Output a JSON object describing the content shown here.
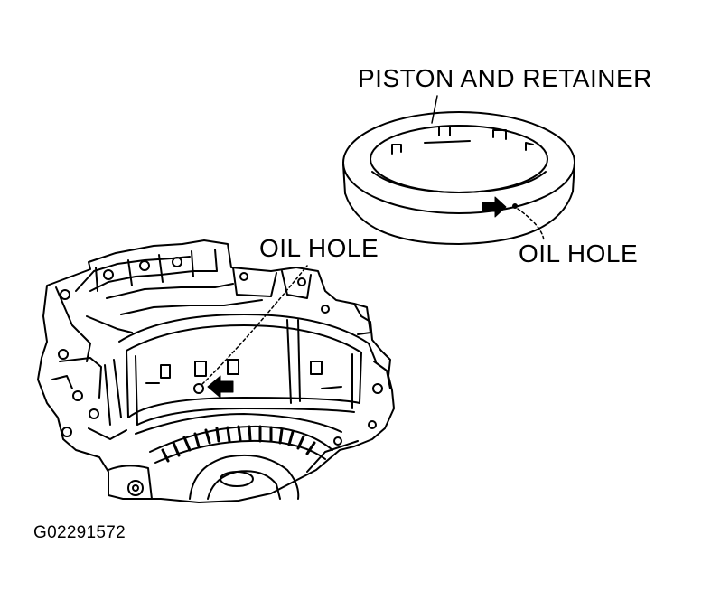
{
  "labels": {
    "piston_and_retainer": "PISTON AND RETAINER",
    "oil_hole_ring": "OIL HOLE",
    "oil_hole_case": "OIL HOLE",
    "figure_code": "G02291572"
  },
  "colors": {
    "ink": "#000000",
    "paper": "#ffffff"
  }
}
